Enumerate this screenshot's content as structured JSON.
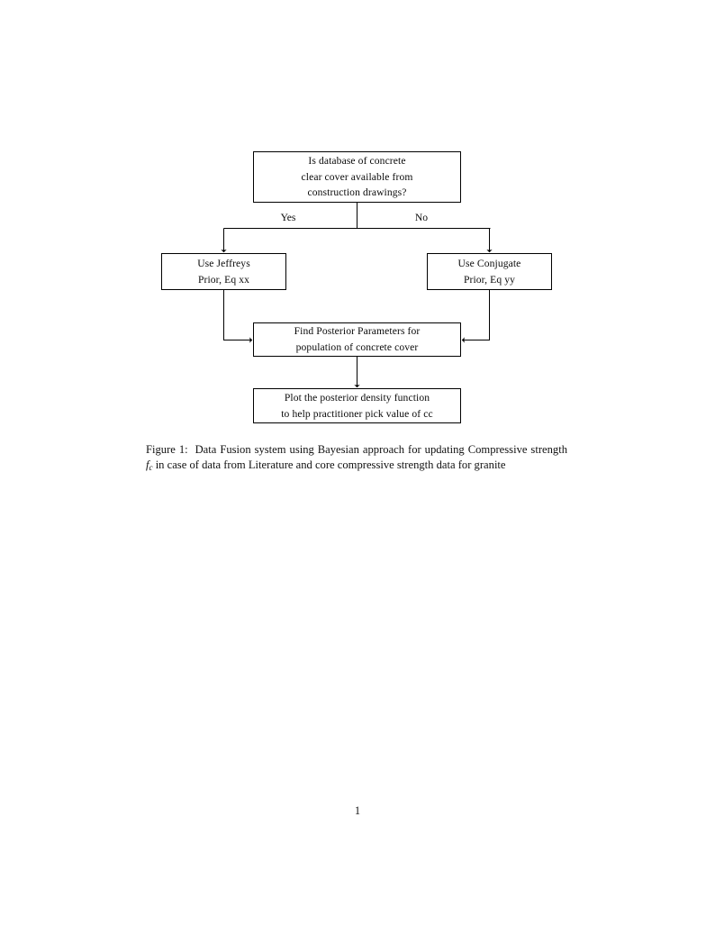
{
  "document": {
    "page_number": "1"
  },
  "figure": {
    "caption_prefix": "Figure 1:",
    "caption_part_1": "Data Fusion system using Bayesian approach for updating Compressive strength",
    "caption_math_symbol": "f",
    "caption_math_subscript": "c",
    "caption_part_2": "in case of data from Literature and core compressive strength data for granite",
    "nodes": [
      {
        "id": "decision",
        "type": "decision",
        "lines": [
          "Is database of concrete",
          "clear cover available from",
          "construction drawings?"
        ]
      },
      {
        "id": "jeffreys",
        "type": "process",
        "lines": [
          "Use Jeffreys",
          "Prior, Eq xx"
        ]
      },
      {
        "id": "conjugate",
        "type": "process",
        "lines": [
          "Use Conjugate",
          "Prior, Eq yy"
        ]
      },
      {
        "id": "posterior",
        "type": "process",
        "lines": [
          "Find Posterior Parameters for",
          "population of concrete cover"
        ]
      },
      {
        "id": "plot",
        "type": "process",
        "lines": [
          "Plot the posterior density function",
          "to help practitioner pick value of cc"
        ]
      }
    ],
    "edges": [
      {
        "id": "yes",
        "label": "Yes",
        "from": "decision",
        "to": "jeffreys"
      },
      {
        "id": "no",
        "label": "No",
        "from": "decision",
        "to": "conjugate"
      },
      {
        "id": "jeffreys-to-posterior",
        "label": "",
        "from": "jeffreys",
        "to": "posterior"
      },
      {
        "id": "conjugate-to-posterior",
        "label": "",
        "from": "conjugate",
        "to": "posterior"
      },
      {
        "id": "posterior-to-plot",
        "label": "",
        "from": "posterior",
        "to": "plot"
      }
    ],
    "colors": {
      "stroke": "#000000",
      "text": "#0a0a0a",
      "background": "#ffffff"
    }
  }
}
